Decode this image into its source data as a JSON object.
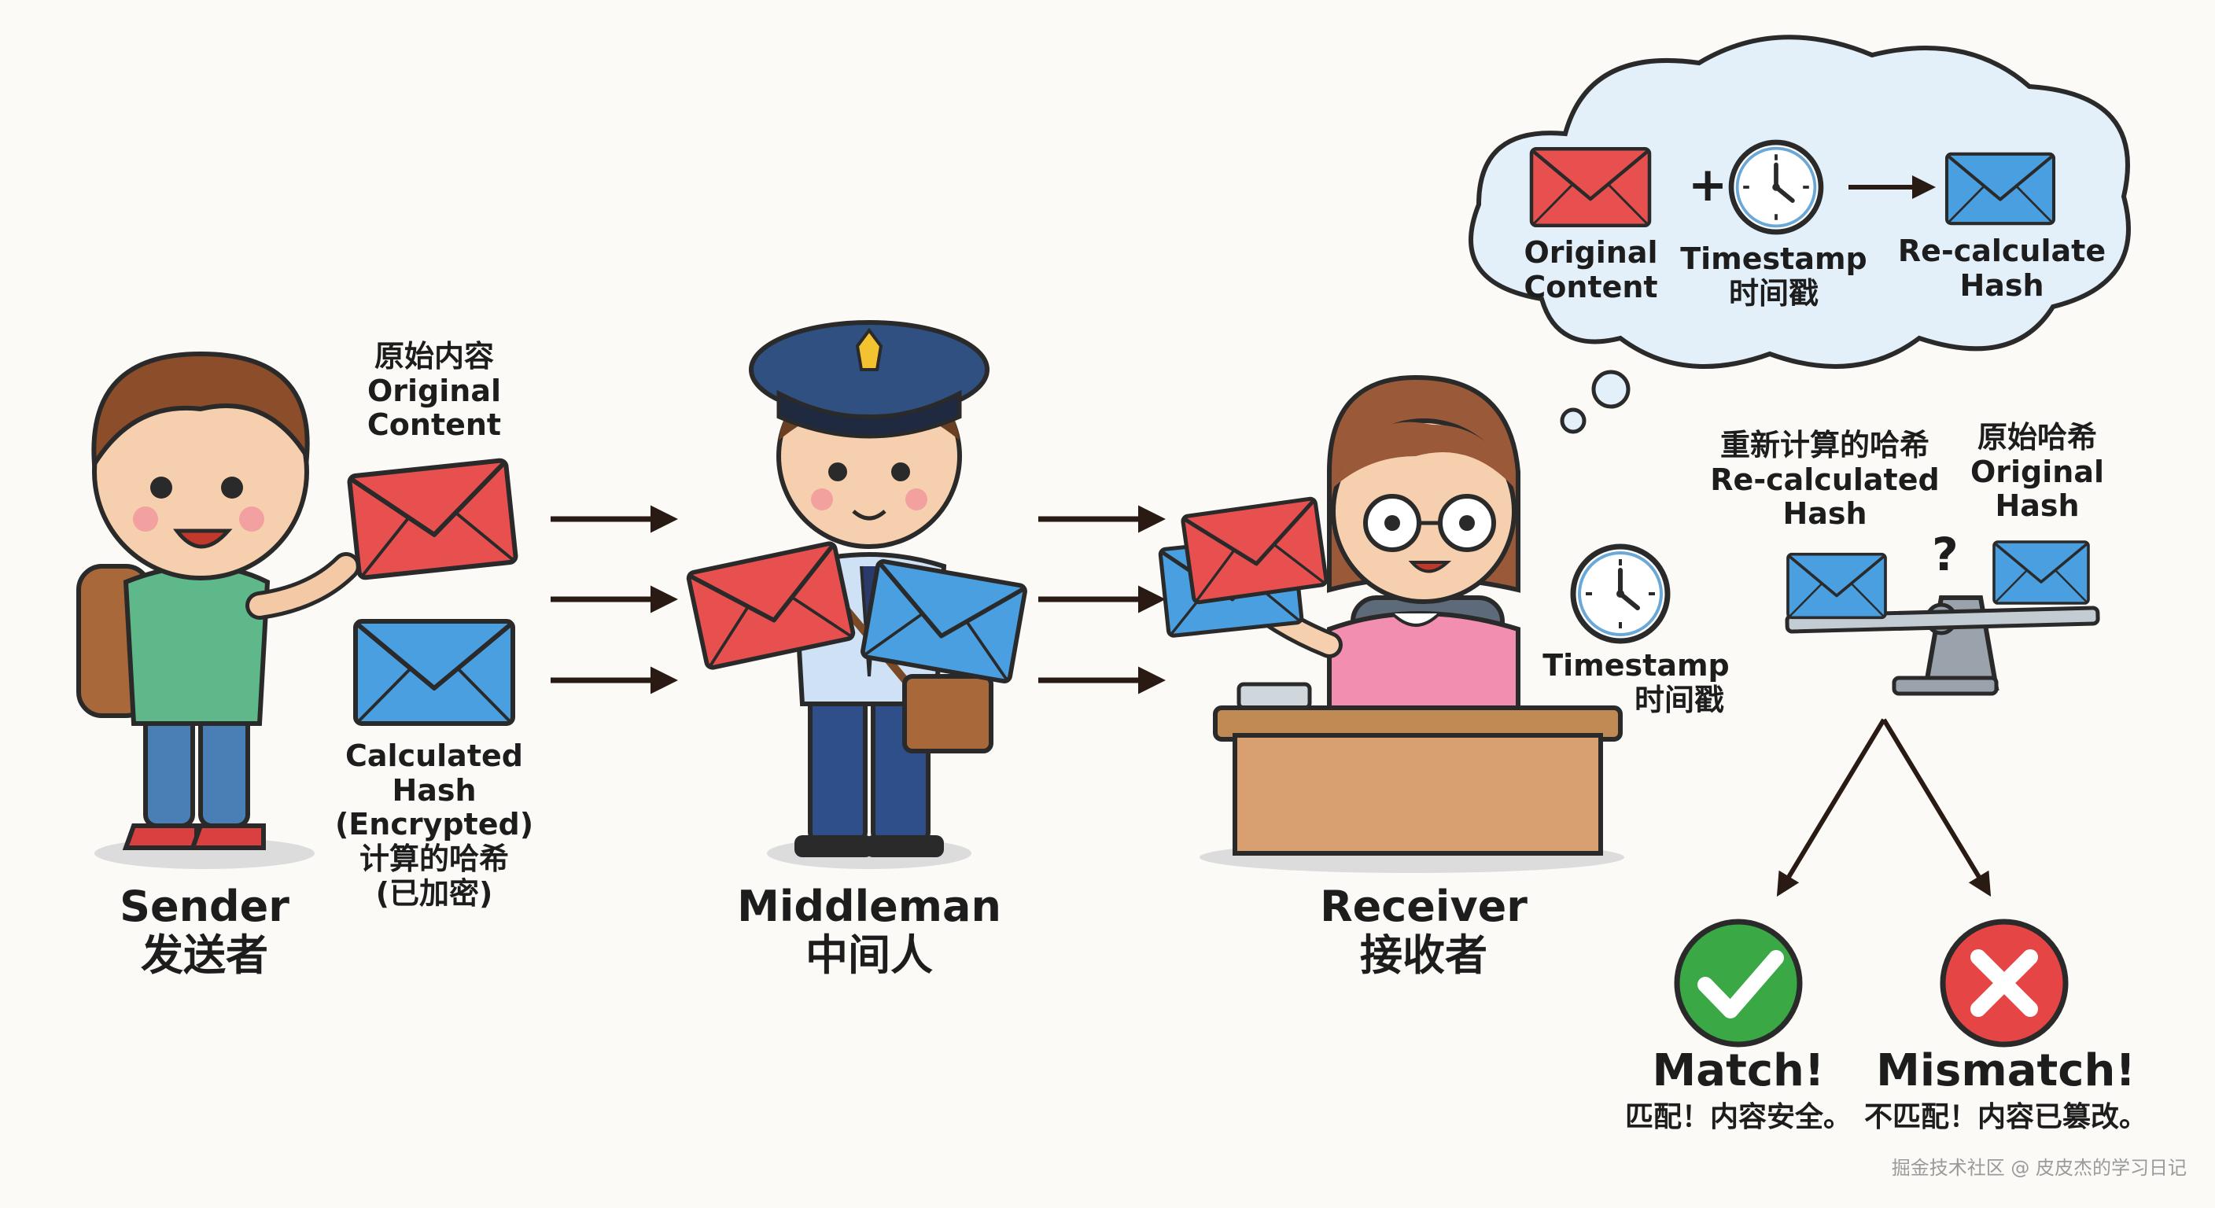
{
  "sender": {
    "title_en": "Sender",
    "title_zh": "发送者",
    "content_label_zh": "原始内容",
    "content_label_en_1": "Original",
    "content_label_en_2": "Content",
    "hash_label_en_1": "Calculated",
    "hash_label_en_2": "Hash",
    "hash_label_en_3": "(Encrypted)",
    "hash_label_zh_1": "计算的哈希",
    "hash_label_zh_2": "(已加密)"
  },
  "middleman": {
    "title_en": "Middleman",
    "title_zh": "中间人"
  },
  "receiver": {
    "title_en": "Receiver",
    "title_zh": "接收者",
    "timestamp_en": "Timestamp",
    "timestamp_zh": "时间戳"
  },
  "thought": {
    "content_en_1": "Original",
    "content_en_2": "Content",
    "timestamp_en": "Timestamp",
    "timestamp_zh": "时间戳",
    "recalc_en_1": "Re-calculate",
    "recalc_en_2": "Hash",
    "plus": "+"
  },
  "compare": {
    "recalc_zh": "重新计算的哈希",
    "recalc_en_1": "Re-calculated",
    "recalc_en_2": "Hash",
    "orig_zh": "原始哈希",
    "orig_en_1": "Original",
    "orig_en_2": "Hash",
    "question": "?"
  },
  "results": {
    "match_en": "Match!",
    "match_zh": "匹配！内容安全。",
    "mismatch_en": "Mismatch!",
    "mismatch_zh": "不匹配！内容已篡改。"
  },
  "watermark": "掘金技术社区 @ 皮皮杰的学习日记",
  "colors": {
    "red_envelope": "#e8504f",
    "blue_envelope": "#4a9fe0",
    "match_green": "#3aa844",
    "mismatch_red": "#e64545",
    "arrow": "#2a1a14"
  }
}
